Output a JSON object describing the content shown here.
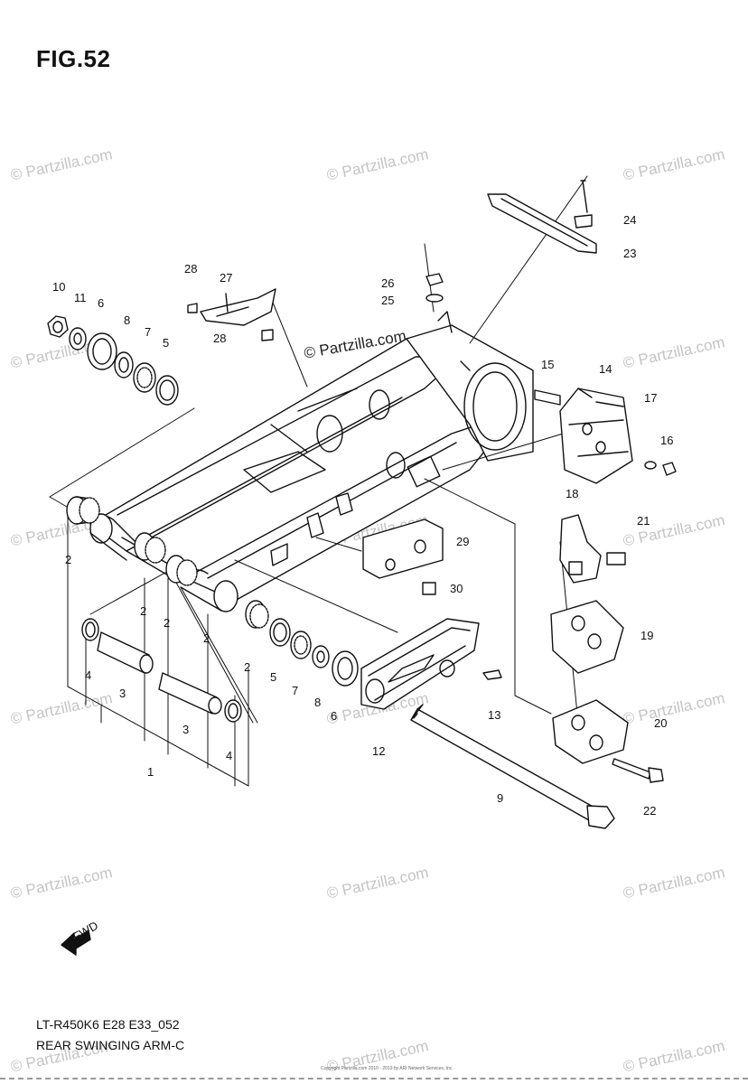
{
  "figure": {
    "title": "FIG.52",
    "model_code": "LT-R450K6 E28 E33_052",
    "subtitle": "REAR SWINGING ARM-C",
    "copyright_line": "Copyright Partzilla.com 2010 - 2019 by ARI Network Services, Inc.",
    "fwd_label": "FWD"
  },
  "watermarks": {
    "text": "© Partzilla.com",
    "color": "#c4c4c4",
    "center_text": "© Partzilla.com"
  },
  "callouts": [
    "1",
    "2",
    "2",
    "2",
    "2",
    "2",
    "3",
    "3",
    "4",
    "4",
    "5",
    "5",
    "6",
    "6",
    "7",
    "7",
    "8",
    "8",
    "9",
    "10",
    "11",
    "12",
    "13",
    "14",
    "15",
    "16",
    "17",
    "18",
    "19",
    "20",
    "21",
    "22",
    "23",
    "24",
    "25",
    "26",
    "27",
    "28",
    "28",
    "29",
    "30"
  ]
}
